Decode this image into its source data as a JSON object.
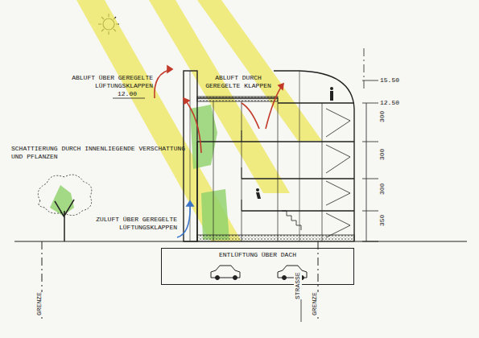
{
  "diagram": {
    "nodes": [
      {
        "text": [
          "ENTLÜFTUNG ÜBER DACH"
        ]
      }
    ],
    "labels": [
      "ABLUFT ÜBER GEREGELTE LÜFTUNGSKLAPPEN",
      "ABLUFT DURCH GEREGELTE KLAPPEN",
      "12.00",
      "SCHATTIERUNG DURCH INNENLIEGENDE VERSCHATTUNG UND PFLANZEN",
      "ZULUFT ÜBER GEREGELTE LÜFTUNGSKLAPPEN",
      "15.50",
      "12.50",
      "300",
      "300",
      "300",
      "350",
      "STRASSE",
      "GRENZE",
      "GRENZE"
    ]
  }
}
